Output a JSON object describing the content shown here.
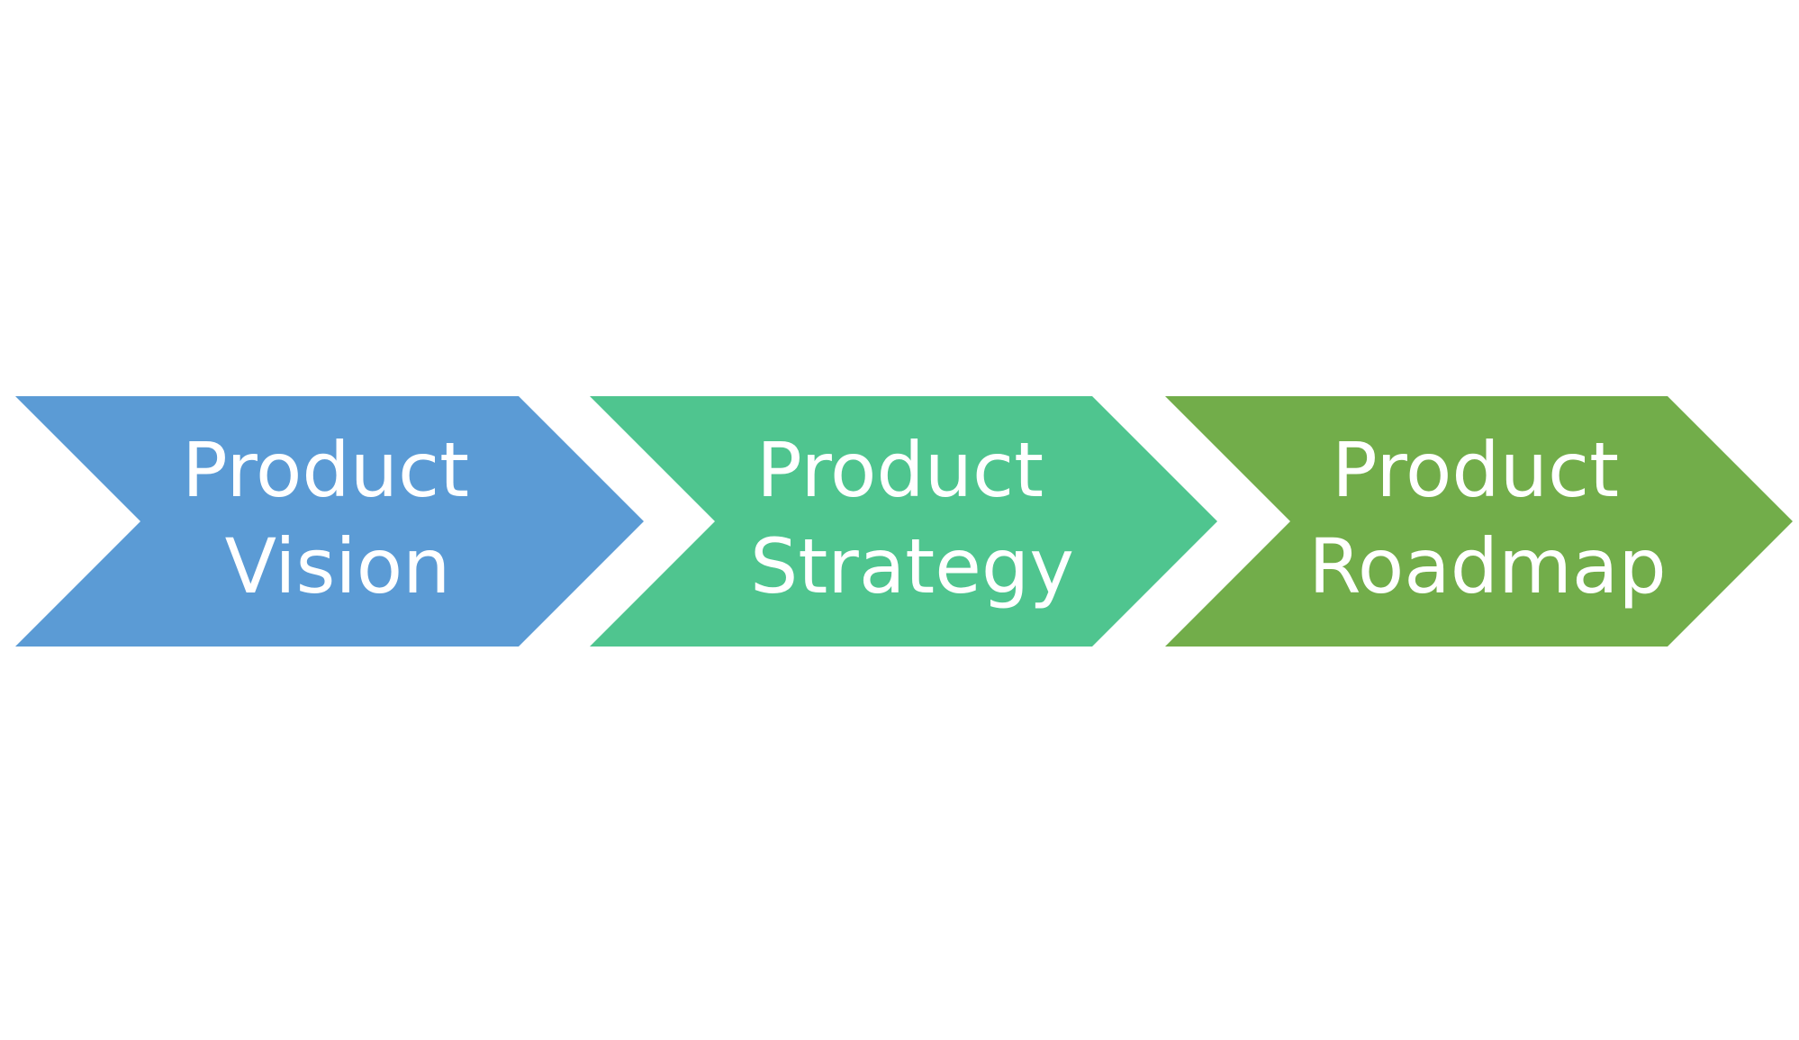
{
  "process_steps": [
    {
      "line1": "Product",
      "line2": "Vision",
      "color": "#5B9BD5"
    },
    {
      "line1": "Product",
      "line2": "Strategy",
      "color": "#4FC58F"
    },
    {
      "line1": "Product",
      "line2": "Roadmap",
      "color": "#72AD4A"
    }
  ]
}
